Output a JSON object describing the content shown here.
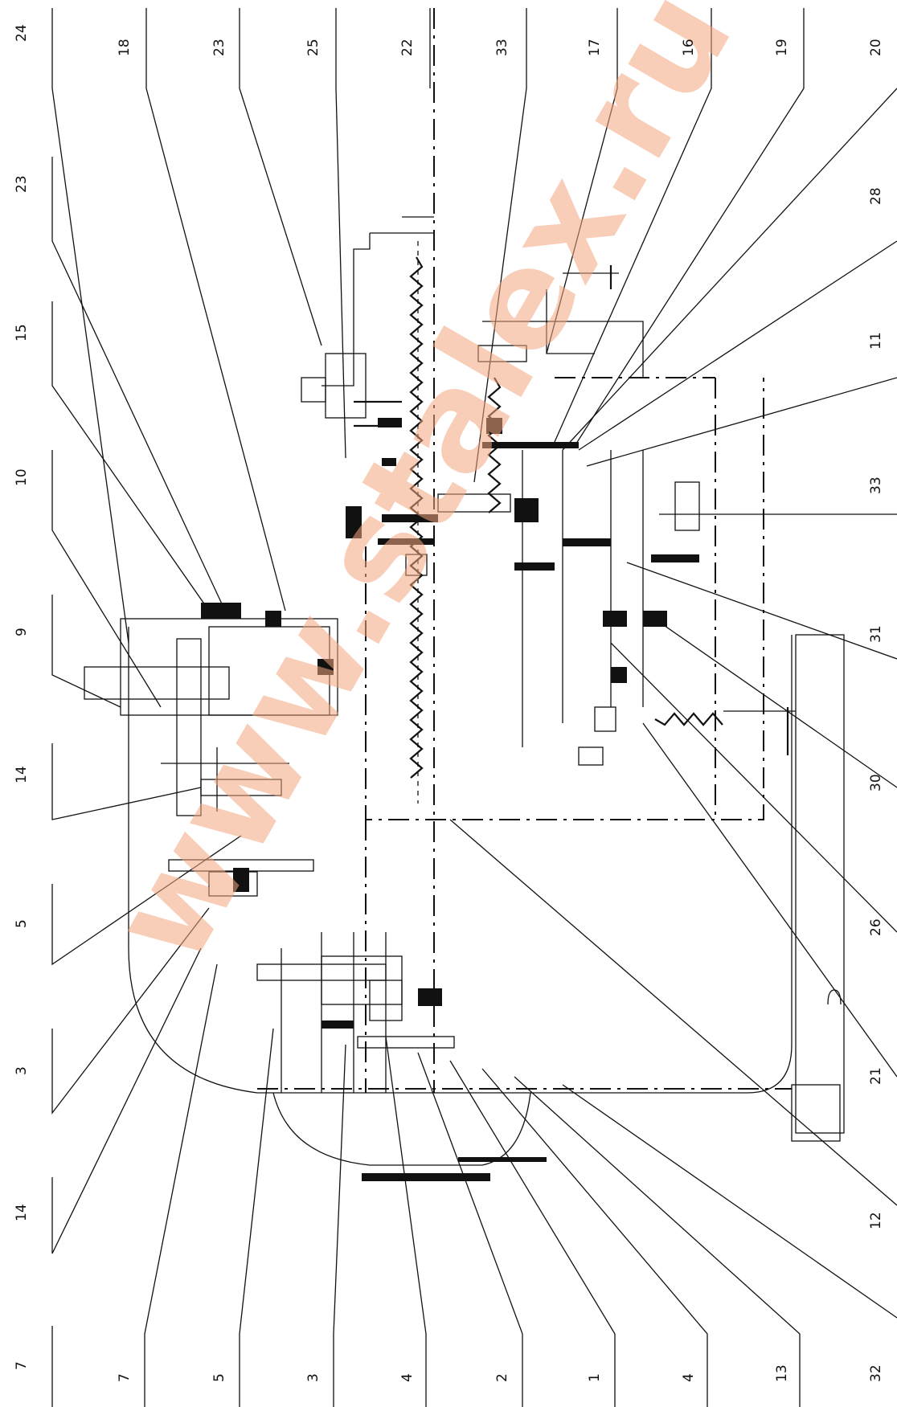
{
  "watermark": "www.stalex.ru",
  "labels_left": [
    "24",
    "23",
    "15",
    "10",
    "9",
    "14",
    "5",
    "3",
    "14",
    "7"
  ],
  "labels_top": [
    "18",
    "23",
    "25",
    "22",
    "33",
    "17",
    "16",
    "19",
    "20"
  ],
  "labels_right": [
    "28",
    "11",
    "33",
    "31",
    "30",
    "26",
    "21",
    "12"
  ],
  "labels_bottom": [
    "7",
    "5",
    "3",
    "4",
    "2",
    "1",
    "4",
    "13",
    "32"
  ]
}
